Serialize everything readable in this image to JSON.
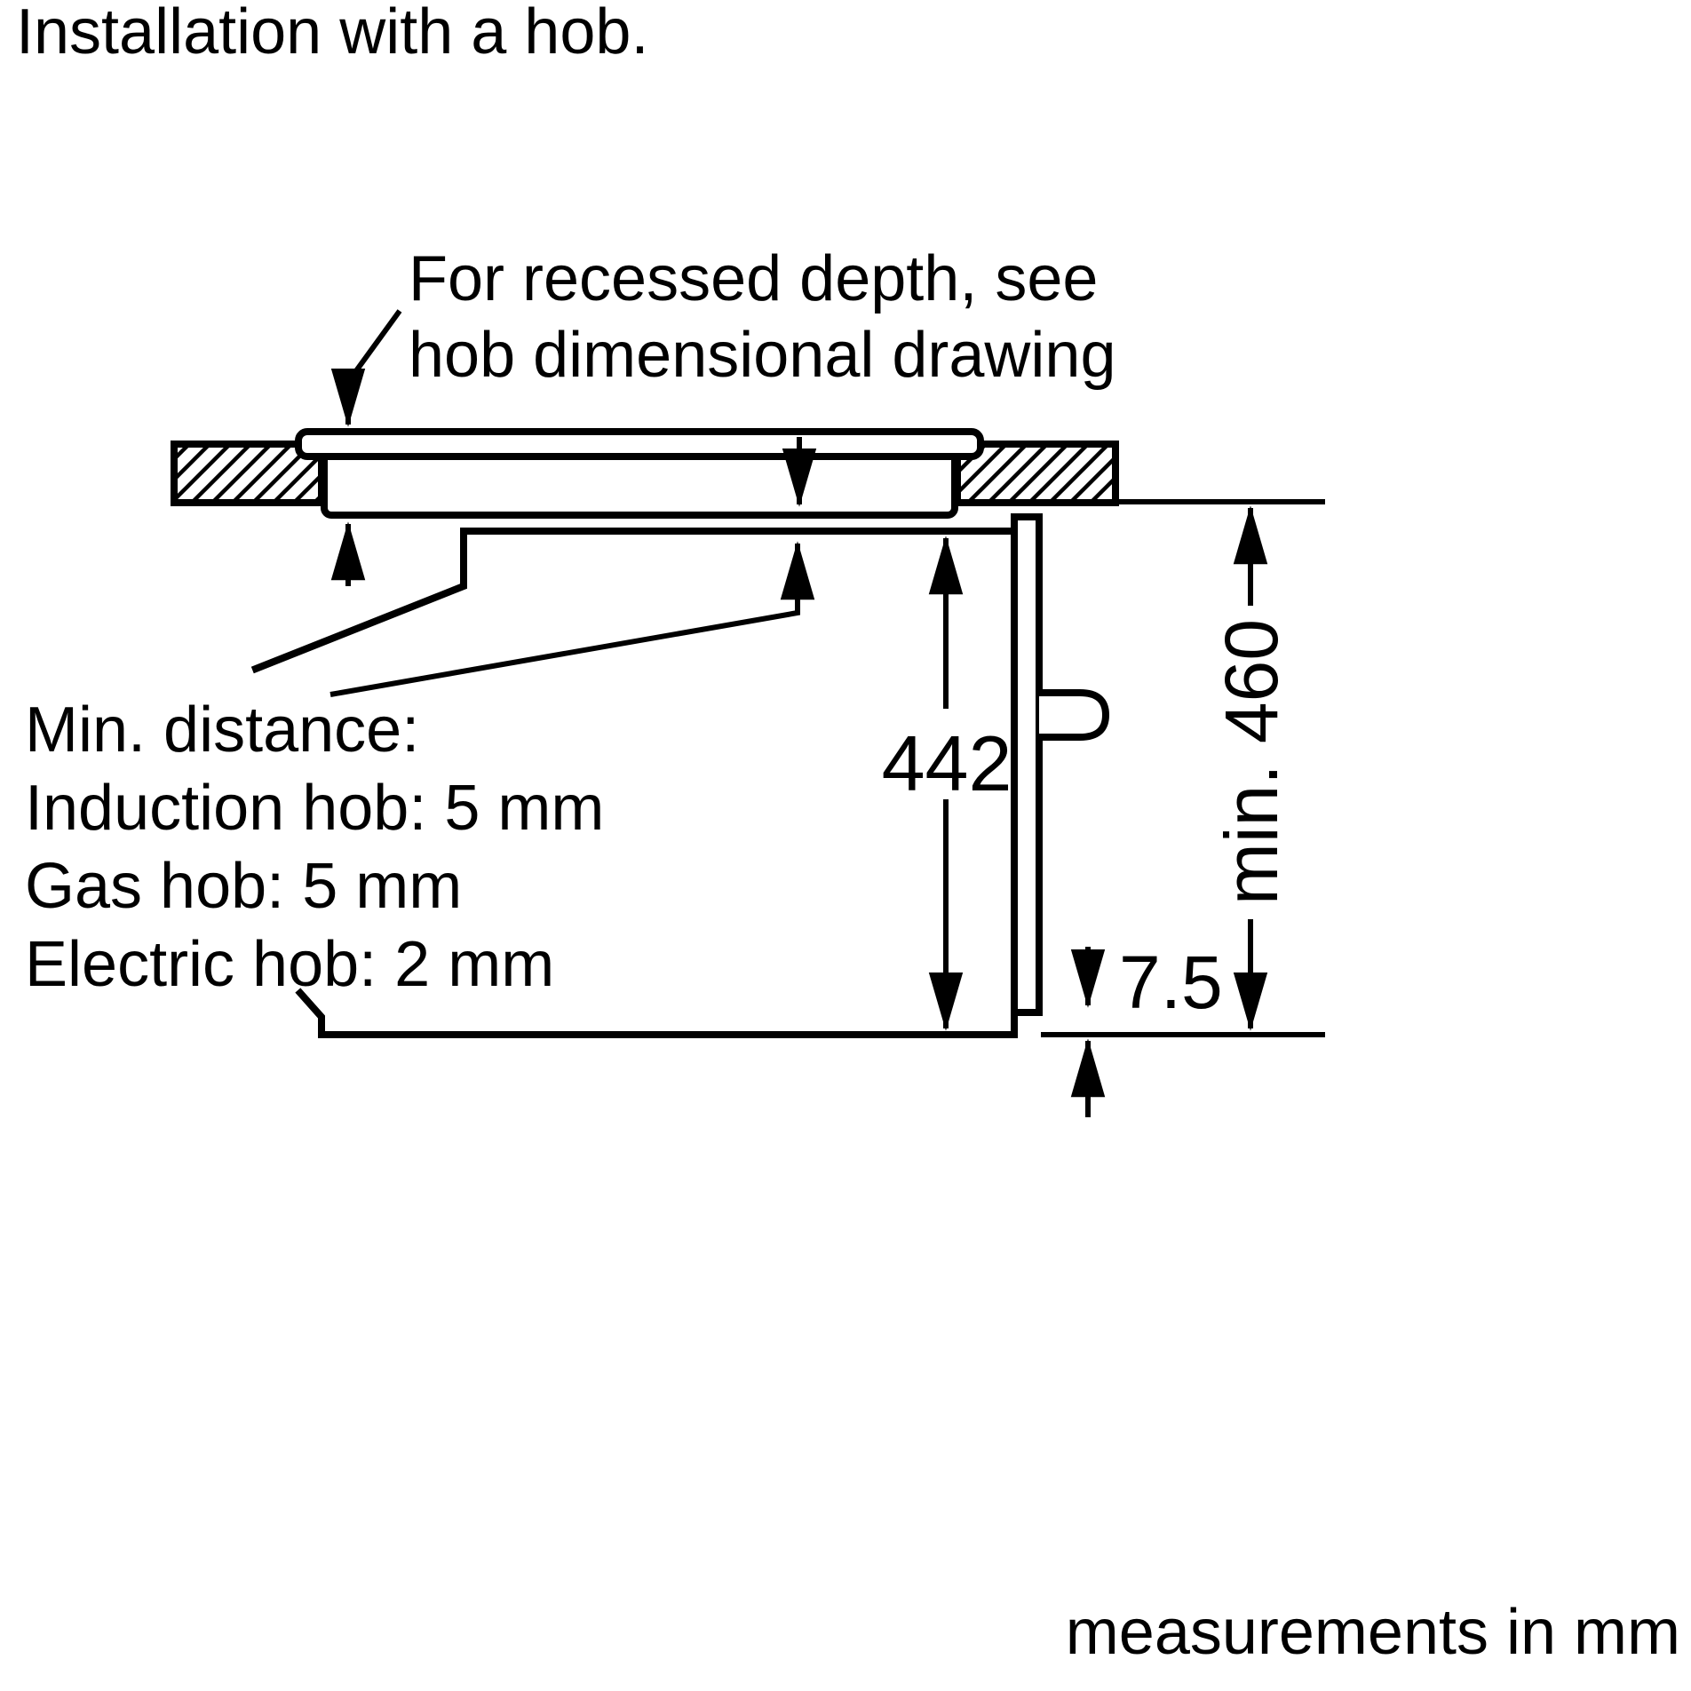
{
  "page": {
    "title": "Installation with a hob.",
    "footer_note": "measurements in mm"
  },
  "callouts": {
    "recessed_depth_line1": "For recessed depth, see",
    "recessed_depth_line2": "hob dimensional drawing",
    "min_distance_heading": "Min. distance:",
    "min_distance_induction": "Induction hob: 5 mm",
    "min_distance_gas": "Gas hob: 5 mm",
    "min_distance_electric": "Electric hob: 2 mm"
  },
  "dimensions": {
    "appliance_height": "442",
    "niche_height": "min. 460",
    "bottom_gap": "7.5"
  },
  "colors": {
    "line": "#000000",
    "background": "#ffffff"
  }
}
